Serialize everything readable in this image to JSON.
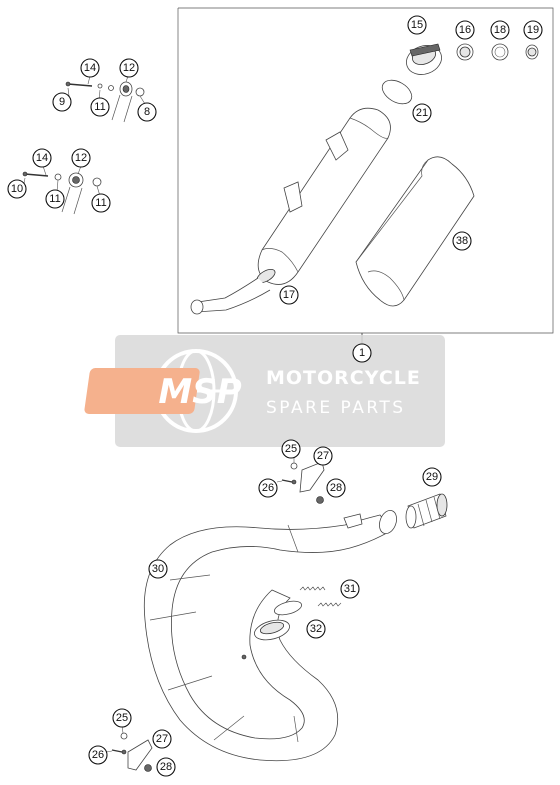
{
  "callouts": [
    {
      "id": "c-1",
      "label": "1"
    },
    {
      "id": "c-8",
      "label": "8"
    },
    {
      "id": "c-9",
      "label": "9"
    },
    {
      "id": "c-10",
      "label": "10"
    },
    {
      "id": "c-11a",
      "label": "11"
    },
    {
      "id": "c-11b",
      "label": "11"
    },
    {
      "id": "c-11c",
      "label": "11"
    },
    {
      "id": "c-12a",
      "label": "12"
    },
    {
      "id": "c-12b",
      "label": "12"
    },
    {
      "id": "c-14a",
      "label": "14"
    },
    {
      "id": "c-14b",
      "label": "14"
    },
    {
      "id": "c-15",
      "label": "15"
    },
    {
      "id": "c-16",
      "label": "16"
    },
    {
      "id": "c-17",
      "label": "17"
    },
    {
      "id": "c-18",
      "label": "18"
    },
    {
      "id": "c-19",
      "label": "19"
    },
    {
      "id": "c-21",
      "label": "21"
    },
    {
      "id": "c-25a",
      "label": "25"
    },
    {
      "id": "c-25b",
      "label": "25"
    },
    {
      "id": "c-26a",
      "label": "26"
    },
    {
      "id": "c-26b",
      "label": "26"
    },
    {
      "id": "c-27a",
      "label": "27"
    },
    {
      "id": "c-27b",
      "label": "27"
    },
    {
      "id": "c-28a",
      "label": "28"
    },
    {
      "id": "c-28b",
      "label": "28"
    },
    {
      "id": "c-29",
      "label": "29"
    },
    {
      "id": "c-30",
      "label": "30"
    },
    {
      "id": "c-31",
      "label": "31"
    },
    {
      "id": "c-32",
      "label": "32"
    },
    {
      "id": "c-38",
      "label": "38"
    }
  ],
  "watermark": {
    "logo": "MSP",
    "line1": "MOTORCYCLE",
    "line2": "SPARE PARTS",
    "bg_color": "#d9d9d9",
    "logo_color": "#f4a47a",
    "text_color": "#ffffff"
  }
}
